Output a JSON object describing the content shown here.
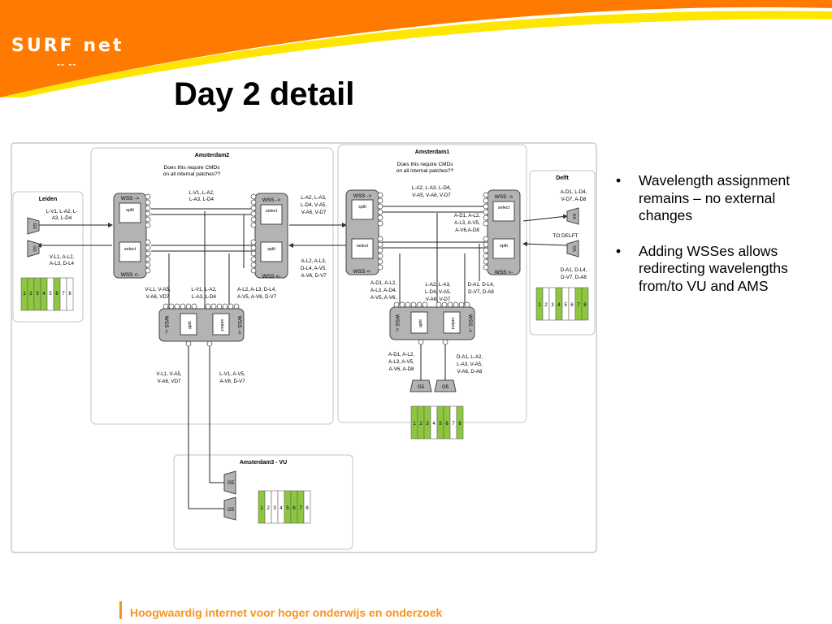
{
  "slide": {
    "logo_text": "SURF net",
    "logo_mark": "-- --",
    "title": "Day 2 detail",
    "footer": "Hoogwaardig internet voor hoger onderwijs en onderzoek",
    "bullets": [
      "Wavelength assignment remains – no external changes",
      "Adding WSSes allows redirecting wavelengths from/to VU and AMS"
    ],
    "colors": {
      "banner_orange": "#ff7a00",
      "banner_yellow": "#ffe600",
      "accent_green": "#8dc63f",
      "footer_orange": "#f7941d"
    }
  },
  "diagram": {
    "sites": {
      "amsterdam2": "Amsterdam2",
      "amsterdam1": "Amsterdam1",
      "leiden": "Leiden",
      "delft": "Delft",
      "amsterdam3": "Amsterdam3 - VU"
    },
    "cmd_question": [
      "Does this require CMDs",
      "on all internal patches??"
    ],
    "labels": {
      "wss_right": "WSS ->",
      "wss_left": "WSS <-",
      "split": "split",
      "select": "select",
      "g5": "G5",
      "to_delft": "TO DELFT"
    },
    "wavelength_table": [
      "1",
      "2",
      "3",
      "4",
      "5",
      "6",
      "7",
      "8"
    ],
    "notes": {
      "leiden_top": [
        "L-V1, L-A2, L-",
        "A3, L-D4"
      ],
      "leiden_bottom": [
        "V-L1, A-L2,",
        "A-L3, D-L4"
      ],
      "ams2_top": [
        "L-V1, L-A2,",
        "L-A3, L-D4"
      ],
      "ams2_right_top": [
        "L-A2, L-A3,",
        "L-D4, V-A5,",
        "V-A6, V-D7"
      ],
      "ams2_right_bottom": [
        "A-L2, A-L3,",
        "D-L4, A-V5,",
        "A-V6, D-V7"
      ],
      "ams2_mid_a": [
        "V-L1, V-A5,",
        "V-A6, VD7"
      ],
      "ams2_mid_b": [
        "L-V1, L-A2,",
        "L-A3, L-D4"
      ],
      "ams2_mid_c": [
        "A-L2, A-L3, D-L4,",
        "A-V5, A-V6, D-V7"
      ],
      "ams2_low_a": [
        "V-L1, V-A5,",
        "V-A6, VD7"
      ],
      "ams2_low_b": [
        "L-V1, A-V5,",
        "A-V6, D-V7"
      ],
      "ams1_top": [
        "L-A2, L-A3, L-D4,",
        "V-A5, V-A6, V-D7"
      ],
      "ams1_right": [
        "A-D1, A-L2,",
        "A-L3, A-V5,",
        "A-V6,A-D8"
      ],
      "ams1_mid_a": [
        "A-D1, A-L2,",
        "A-L3, A-D4,",
        "A-V5, A-V6,"
      ],
      "ams1_mid_b": [
        "L-A2, L-A3,",
        "L-D4, V-A5,",
        "V-A6, V-D7"
      ],
      "ams1_mid_c": [
        "D-A1, D-L4,",
        "D-V7, D-A8"
      ],
      "ams1_low_a": [
        "A-D1, A-L2,",
        "A-L3, A-V5,",
        "A-V6, A-D8"
      ],
      "ams1_low_b": [
        "D-A1, L-A2,",
        "L-A3, V-A5,",
        "V-A6, D-A8"
      ],
      "delft_top": [
        "A-D1, L-D4,",
        "V-D7, A-D8"
      ],
      "delft_bottom": [
        "D-A1, D-L4,",
        "D-V7, D-A8"
      ]
    }
  }
}
